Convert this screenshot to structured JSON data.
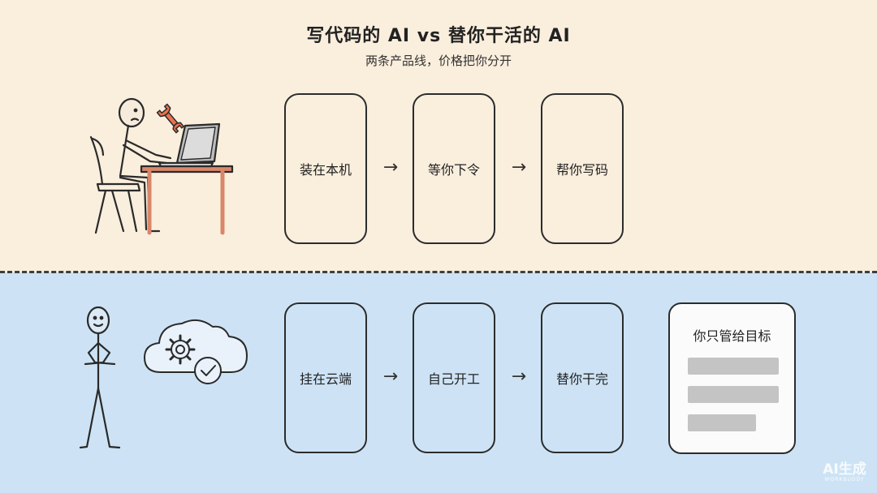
{
  "header": {
    "title": "写代码的 AI vs 替你干活的 AI",
    "subtitle": "两条产品线，价格把你分开"
  },
  "top_row": {
    "steps": [
      "装在本机",
      "等你下令",
      "帮你写码"
    ]
  },
  "bottom_row": {
    "steps": [
      "挂在云端",
      "自己开工",
      "替你干完"
    ],
    "goal_card": {
      "title": "你只管给目标",
      "placeholder_lines": 3
    }
  },
  "arrow_glyph": "→",
  "icons": {
    "top_figure": "person-at-laptop-illustration",
    "wrench": "wrench-icon",
    "bottom_figure": "person-arms-crossed-illustration",
    "cloud": "cloud-gear-check-icon"
  },
  "watermark": {
    "main": "AI生成",
    "sub": "WORKBUDDY"
  },
  "colors": {
    "top_background": "#faeedd",
    "bottom_background": "#cde3f5",
    "wrench": "#e8734f",
    "desk": "#d9876a"
  }
}
